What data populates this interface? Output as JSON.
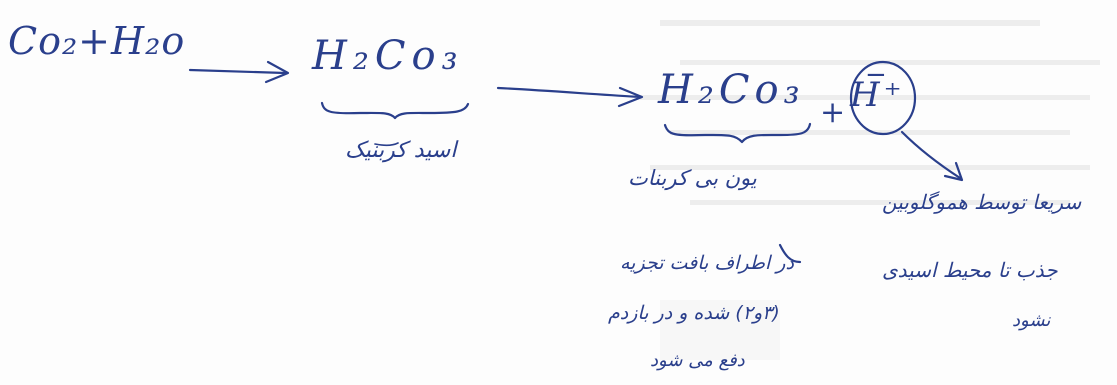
{
  "equation": {
    "reactants": "Co₂+H₂o",
    "intermediate": "H₂Co₃",
    "product_ion": "H₂Co₃",
    "product_charge": "−",
    "plus_sign": "+",
    "proton": "H⁺"
  },
  "annotations": {
    "carbonic_acid": "اسید کربنیک",
    "bicarbonate_ion": "یون بی کربنات",
    "proton_fate_line1": "سریعا توسط هموگلوبین",
    "proton_fate_line2": "جذب تا محیط اسیدی",
    "proton_fate_line3": "نشود",
    "around_tissue_line1": "در اطراف بافت تجزیه",
    "around_tissue_line2": "(۳و۲) شده و در بازدم",
    "around_tissue_line3": "دفع می شود"
  },
  "colors": {
    "ink": "#2a3f8c",
    "paper": "#fdfdfd"
  }
}
